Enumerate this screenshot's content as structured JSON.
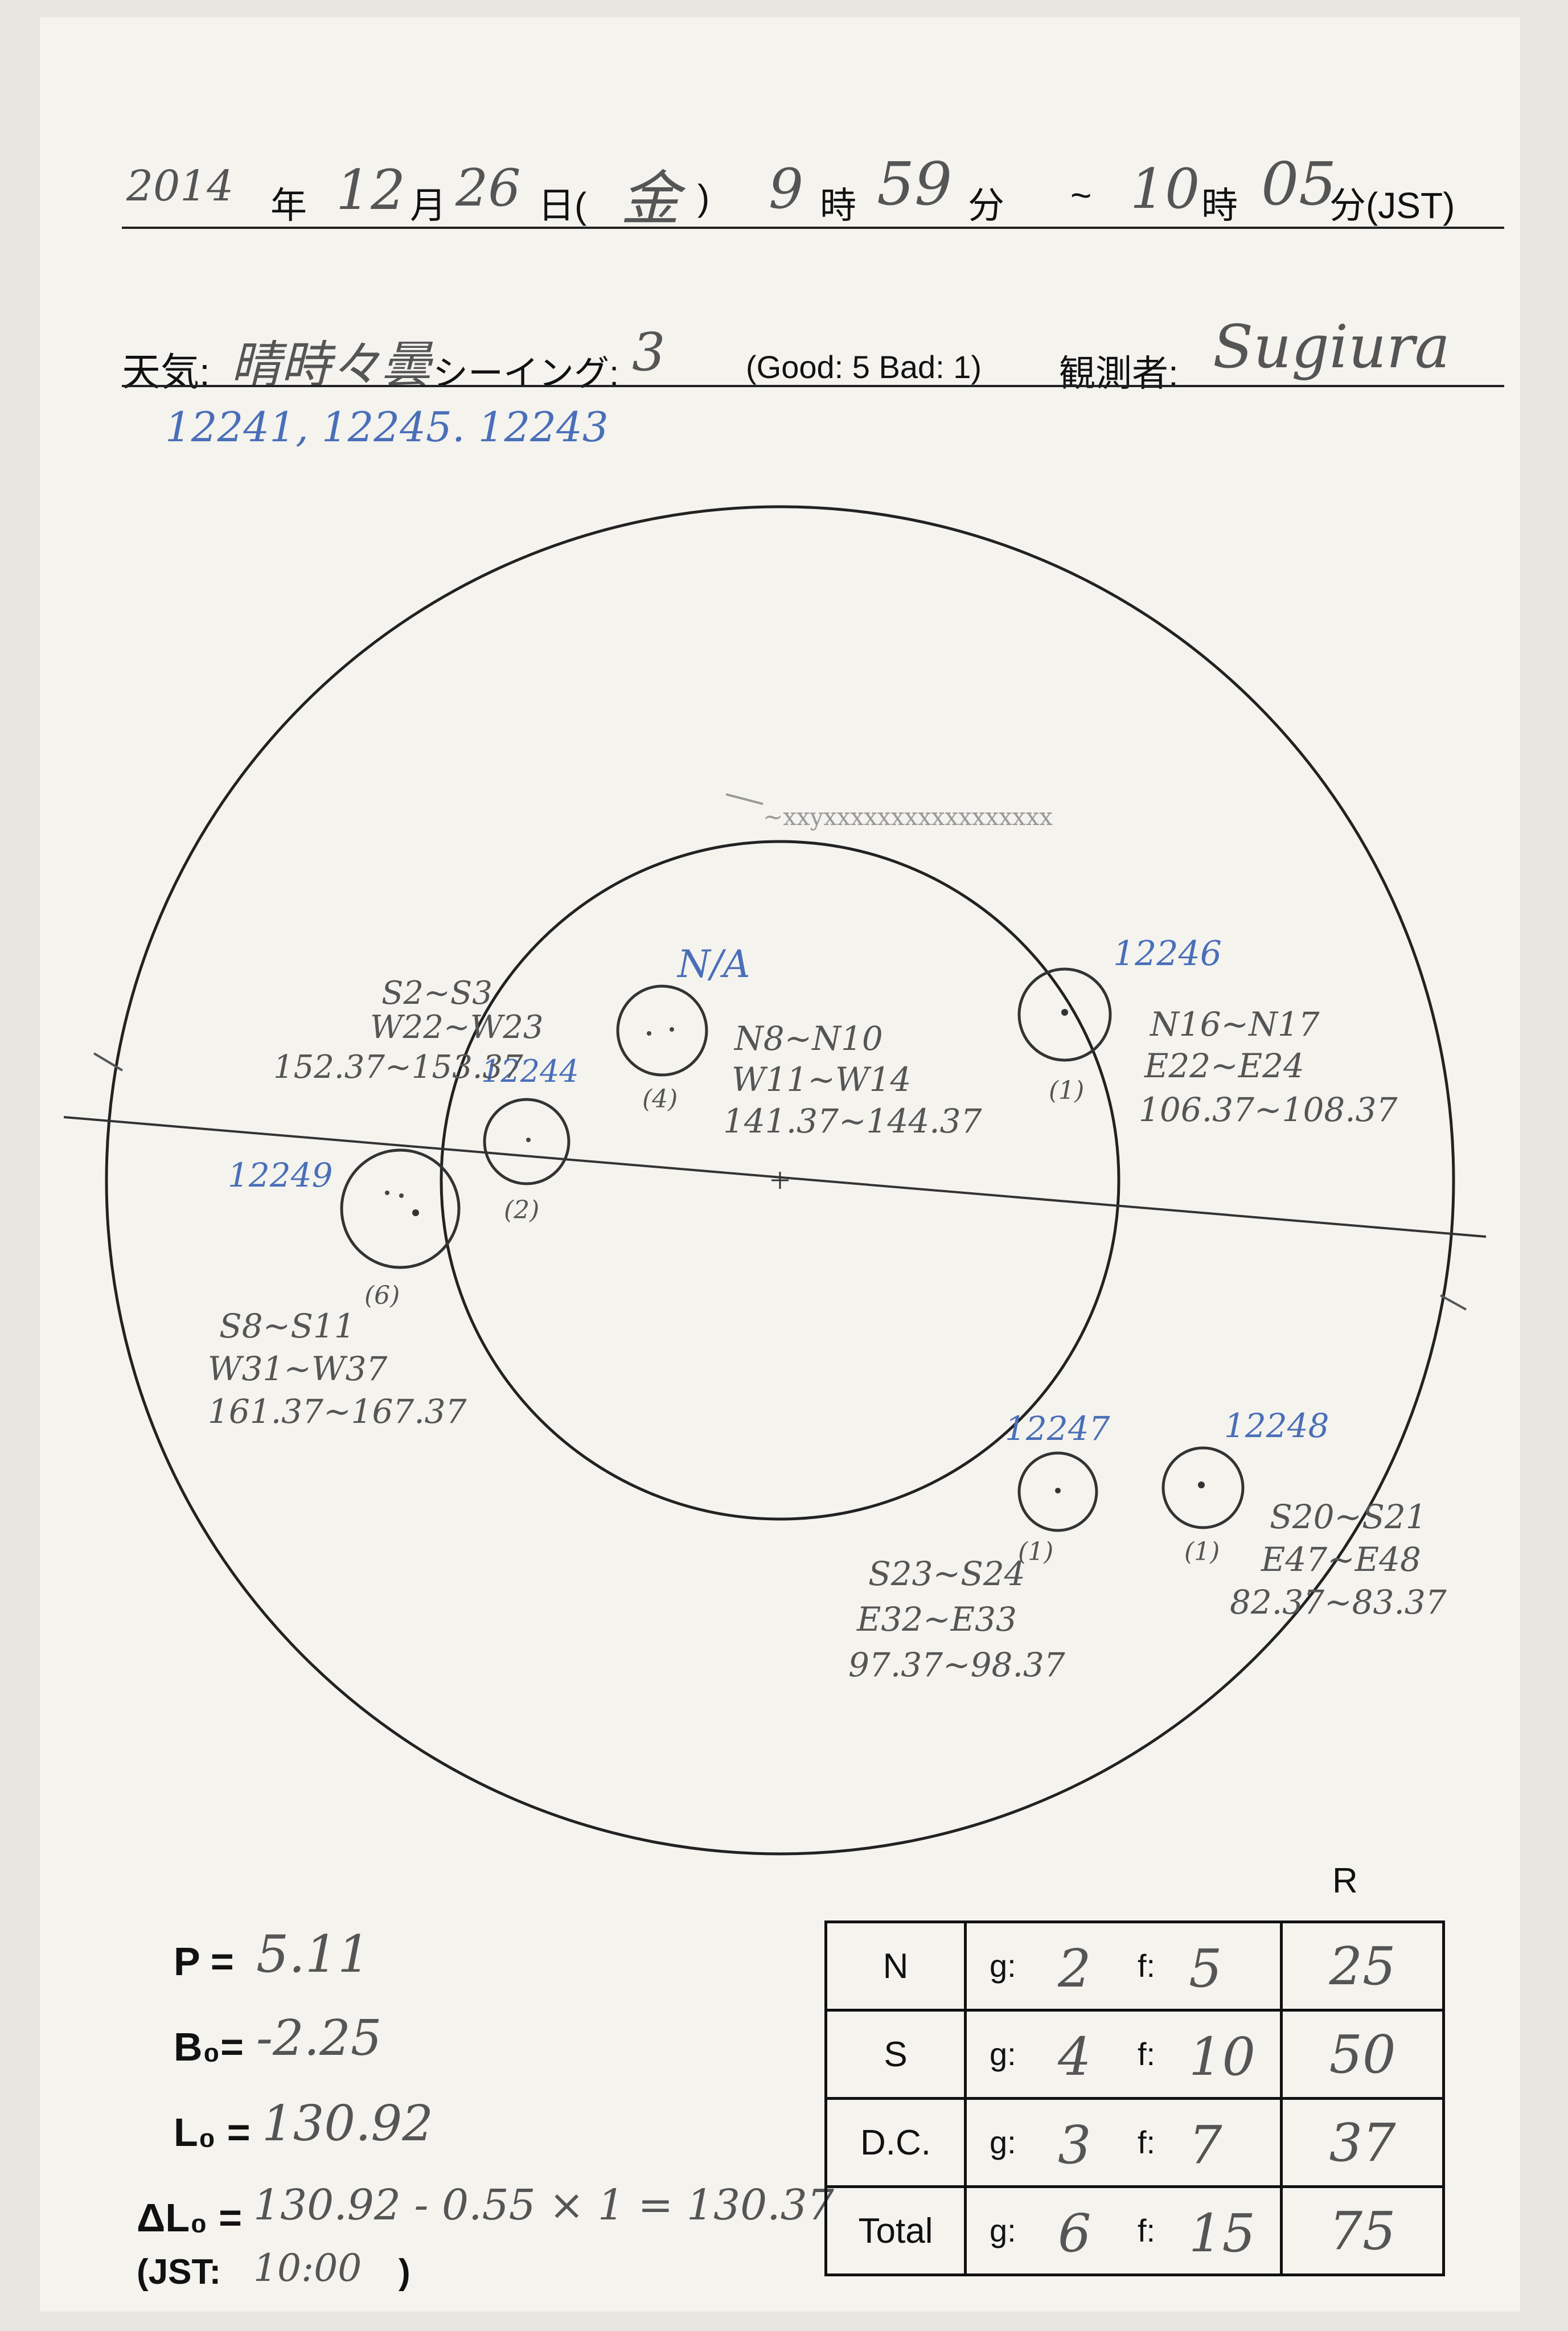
{
  "header": {
    "year_value": "2014",
    "year_label": "年",
    "month_value": "12",
    "month_label": "月",
    "day_value": "26",
    "day_label": "日(",
    "weekday_value": "金",
    "weekday_close": ")",
    "start_hour_value": "9",
    "hour_label": "時",
    "start_min_value": "59",
    "min_label": "分",
    "tilde": "~",
    "end_hour_value": "10",
    "hour_label2": "時",
    "end_min_value": "05",
    "min_label2": "分(JST)"
  },
  "conditions": {
    "weather_label": "天気:",
    "weather_value": "晴時々曇",
    "seeing_label": "シーイング:",
    "seeing_value": "3",
    "seeing_scale": "(Good: 5  Bad: 1)",
    "observer_label": "観測者:",
    "observer_value": "Sugiura"
  },
  "region_list": "12241, 12245. 12243",
  "disk_annotations": {
    "limb_note": "~xxyxxxxxxxxxxxxxxxxx",
    "groups": [
      {
        "number": "N/A",
        "count": "(4)",
        "lat": "N8~N10",
        "lon": "W11~W14",
        "carr": "141.37~144.37"
      },
      {
        "number": "12246",
        "count": "(1)",
        "lat": "N16~N17",
        "lon": "E22~E24",
        "carr": "106.37~108.37"
      },
      {
        "number": "12244",
        "count": "(2)",
        "lat": "S2~S3",
        "lon": "W22~W23",
        "carr": "152.37~153.37"
      },
      {
        "number": "12249",
        "count": "(6)",
        "lat": "S8~S11",
        "lon": "W31~W37",
        "carr": "161.37~167.37"
      },
      {
        "number": "12247",
        "count": "(1)",
        "lat": "S23~S24",
        "lon": "E32~E33",
        "carr": "97.37~98.37"
      },
      {
        "number": "12248",
        "count": "(1)",
        "lat": "S20~S21",
        "lon": "E47~E48",
        "carr": "82.37~83.37"
      }
    ]
  },
  "parameters": {
    "p_label": "P =",
    "p_value": "5.11",
    "b_label": "B₀=",
    "b_value": "-2.25",
    "l_label": "L₀ =",
    "l_value": "130.92",
    "dl_label": "ΔL₀ =",
    "dl_value": "130.92 - 0.55 × 1 = 130.37",
    "jst_label": "(JST:",
    "jst_value": "10:00",
    "jst_close": ")"
  },
  "counts": {
    "r_header": "R",
    "g_label": "g:",
    "f_label": "f:",
    "rows": [
      {
        "name": "N",
        "g": "2",
        "f": "5",
        "r": "25"
      },
      {
        "name": "S",
        "g": "4",
        "f": "10",
        "r": "50"
      },
      {
        "name": "D.C.",
        "g": "3",
        "f": "7",
        "r": "37"
      },
      {
        "name": "Total",
        "g": "6",
        "f": "15",
        "r": "75"
      }
    ]
  }
}
